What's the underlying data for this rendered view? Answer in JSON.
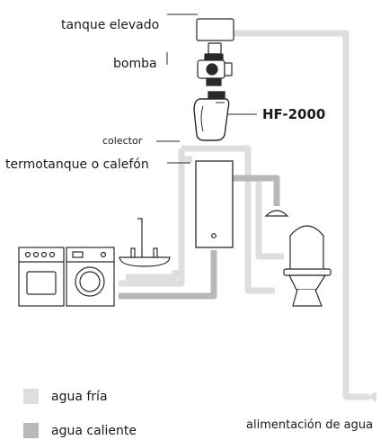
{
  "labels": {
    "tank": "tanque elevado",
    "pump": "bomba",
    "filter": "HF-2000",
    "collector": "colector",
    "heater": "termotanque o calefón",
    "supply": "alimentación de agua"
  },
  "legend": {
    "cold": {
      "label": "agua fría",
      "color": "#dedede"
    },
    "hot": {
      "label": "agua caliente",
      "color": "#b8b8b8"
    }
  },
  "colors": {
    "line": "#2a2a2a",
    "cold_pipe": "#dedede",
    "hot_pipe": "#b8b8b8"
  },
  "icons": [
    "elevated-tank-icon",
    "pump-icon",
    "filter-icon",
    "water-heater-icon",
    "oven-icon",
    "washing-machine-icon",
    "sink-icon",
    "shower-head-icon",
    "toilet-icon"
  ]
}
